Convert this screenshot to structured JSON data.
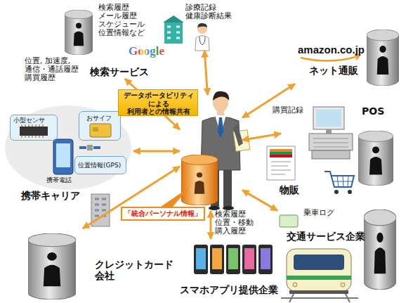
{
  "diagram": {
    "nodes": [
      {
        "text": [
          "「統合パーソナル情報」"
        ]
      },
      {
        "text": [
          "検索履歴 メール履歴 スケジュール 位置情報など",
          "Google",
          "検索サービス"
        ]
      },
      {
        "text": [
          "診療記録 健康診断結果"
        ]
      },
      {
        "text": [
          "amazon.co.jp",
          "ネット通販"
        ]
      },
      {
        "text": [
          "購買記録",
          "POS",
          "物販"
        ]
      },
      {
        "text": [
          "乗車ログ",
          "交通サービス企業"
        ]
      },
      {
        "text": [
          "検索履歴 位置・移動 購入履歴",
          "スマホアプリ提供企業"
        ]
      },
      {
        "text": [
          "クレジットカード 会社"
        ]
      },
      {
        "text": [
          "位置, 加速度, 通信・通話履歴 購買履歴",
          "携帯キャリア"
        ]
      },
      {
        "text": [
          "小型センサ"
        ],
        "in": 8
      },
      {
        "text": [
          "おサイフ"
        ],
        "in": 8
      },
      {
        "text": [
          "位置情報(GPS)"
        ],
        "in": 8
      },
      {
        "text": [
          "データポータビリティ による 利用者との情報共有"
        ]
      }
    ],
    "edges": [
      {
        "from": 1,
        "to": 0,
        "arrow": "both"
      },
      {
        "from": 2,
        "to": 0,
        "arrow": "both"
      },
      {
        "from": 3,
        "to": 0,
        "arrow": "both"
      },
      {
        "from": 4,
        "to": 0,
        "arrow": "both"
      },
      {
        "from": 5,
        "to": 0,
        "arrow": "both"
      },
      {
        "from": 6,
        "to": 0,
        "arrow": "both"
      },
      {
        "from": 7,
        "to": 0,
        "arrow": "both"
      },
      {
        "from": 8,
        "to": 0,
        "arrow": "both"
      }
    ],
    "labels": [
      "携帯電話"
    ]
  }
}
